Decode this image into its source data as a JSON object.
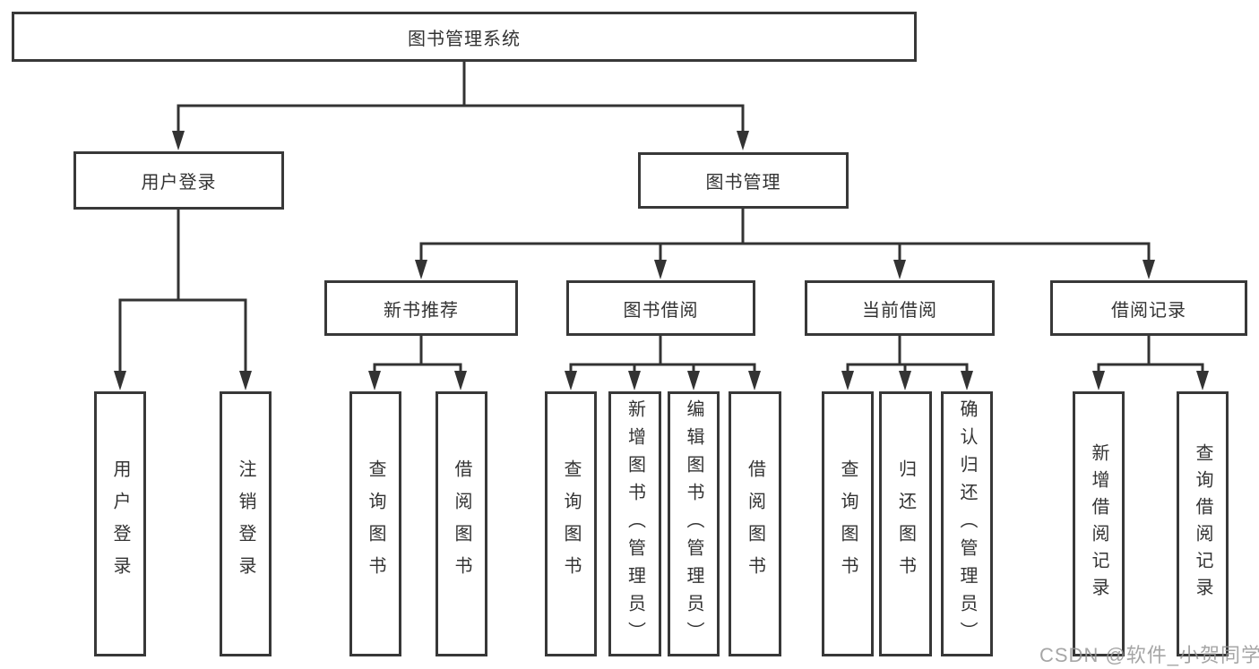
{
  "tree": {
    "root": {
      "label": "图书管理系统",
      "children": [
        {
          "label": "用户登录",
          "children": [
            {
              "label": "用户登录"
            },
            {
              "label": "注销登录"
            }
          ]
        },
        {
          "label": "图书管理",
          "children": [
            {
              "label": "新书推荐",
              "children": [
                {
                  "label": "查询图书"
                },
                {
                  "label": "借阅图书"
                }
              ]
            },
            {
              "label": "图书借阅",
              "children": [
                {
                  "label": "查询图书"
                },
                {
                  "label": "新增图书（管理员）"
                },
                {
                  "label": "编辑图书（管理员）"
                },
                {
                  "label": "借阅图书"
                }
              ]
            },
            {
              "label": "当前借阅",
              "children": [
                {
                  "label": "查询图书"
                },
                {
                  "label": "归还图书"
                },
                {
                  "label": "确认归还（管理员）"
                }
              ]
            },
            {
              "label": "借阅记录",
              "children": [
                {
                  "label": "新增借阅记录"
                },
                {
                  "label": "查询借阅记录"
                }
              ]
            }
          ]
        }
      ]
    }
  },
  "watermark": "CSDN @软件_小贺同学",
  "colors": {
    "line": "#333333",
    "box_border": "#383838",
    "text": "#333333",
    "watermark": "#969696"
  }
}
